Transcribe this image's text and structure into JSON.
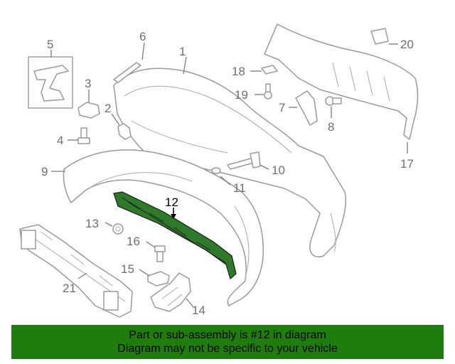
{
  "callouts": {
    "c1": "1",
    "c2": "2",
    "c3": "3",
    "c4": "4",
    "c5": "5",
    "c6": "6",
    "c7": "7",
    "c8": "8",
    "c9": "9",
    "c10": "10",
    "c11": "11",
    "c12": "12",
    "c13": "13",
    "c14": "14",
    "c15": "15",
    "c16": "16",
    "c17": "17",
    "c18": "18",
    "c19": "19",
    "c20": "20",
    "c21": "21"
  },
  "highlighted_part": "12",
  "colors": {
    "banner": "#1e7d0c",
    "highlight": "#2f7a2a",
    "line": "#9a9a9a"
  },
  "banner": {
    "line1": "Part or sub-assembly is #12 in diagram",
    "line2": "Diagram may not be specific to your vehicle"
  }
}
